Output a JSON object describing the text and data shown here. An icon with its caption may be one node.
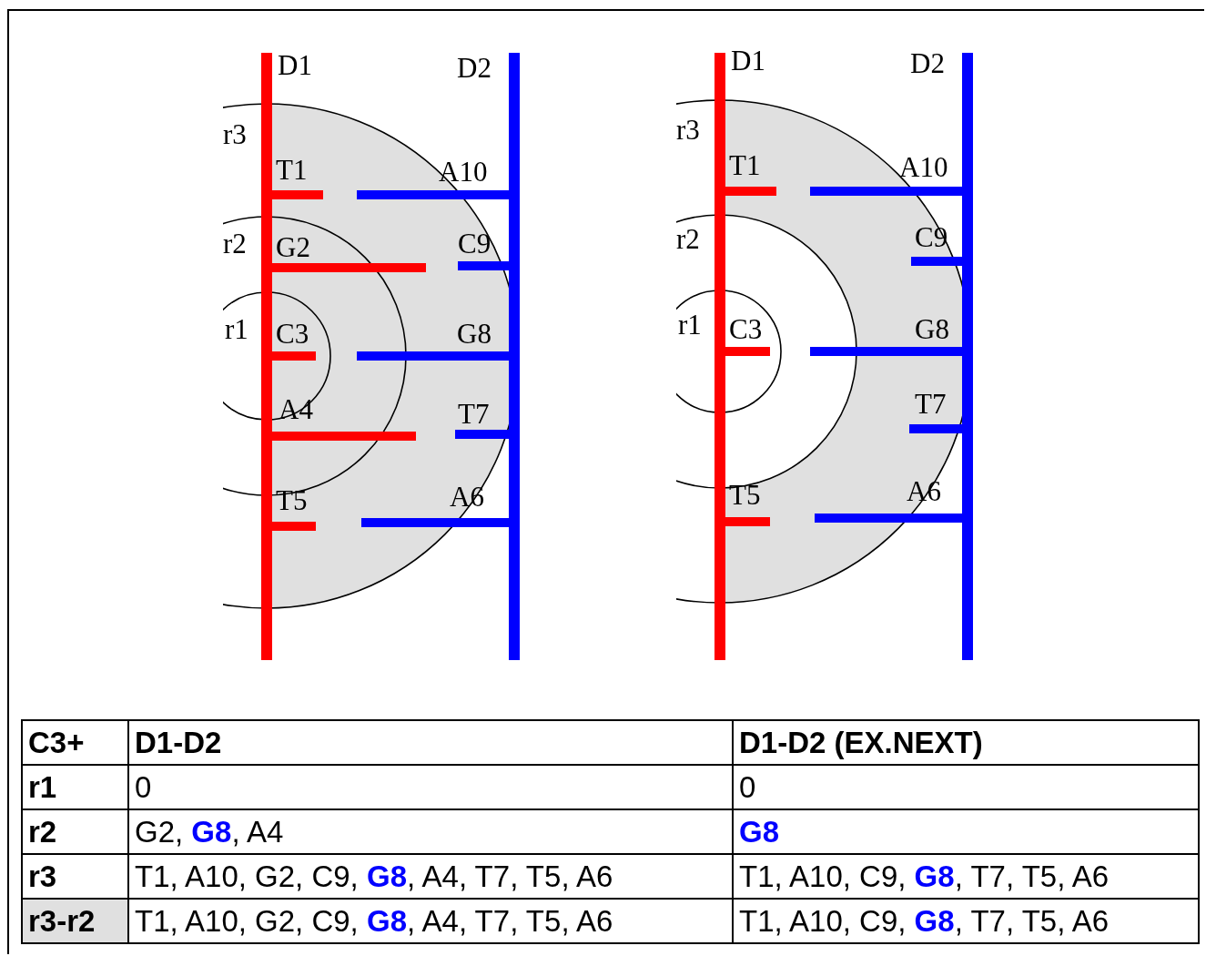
{
  "diagram": {
    "labels": [
      "D1",
      "D2",
      "r3",
      "T1",
      "A10",
      "r2",
      "G2",
      "C9",
      "r1",
      "C3",
      "G8",
      "A4",
      "T7",
      "T5",
      "A6",
      "D1",
      "D2",
      "r3",
      "T1",
      "A10",
      "r2",
      "C9",
      "r1",
      "C3",
      "G8",
      "T7",
      "T5",
      "A6",
      "C3+",
      "D1-D2",
      "D1-D2 (EX.NEXT)",
      "r1",
      "0",
      "0",
      "r2",
      "G2, **G8**, A4",
      "**G8**",
      "r3",
      "T1, A10, G2, C9, **G8**, A4, T7, T5, A6",
      "T1, A10, C9, **G8**, T7, T5, A6",
      "r3-r2",
      "T1, A10, G2, C9, **G8**, A4, T7, T5, A6",
      "T1, A10, C9, **G8**, T7, T5, A6"
    ]
  }
}
